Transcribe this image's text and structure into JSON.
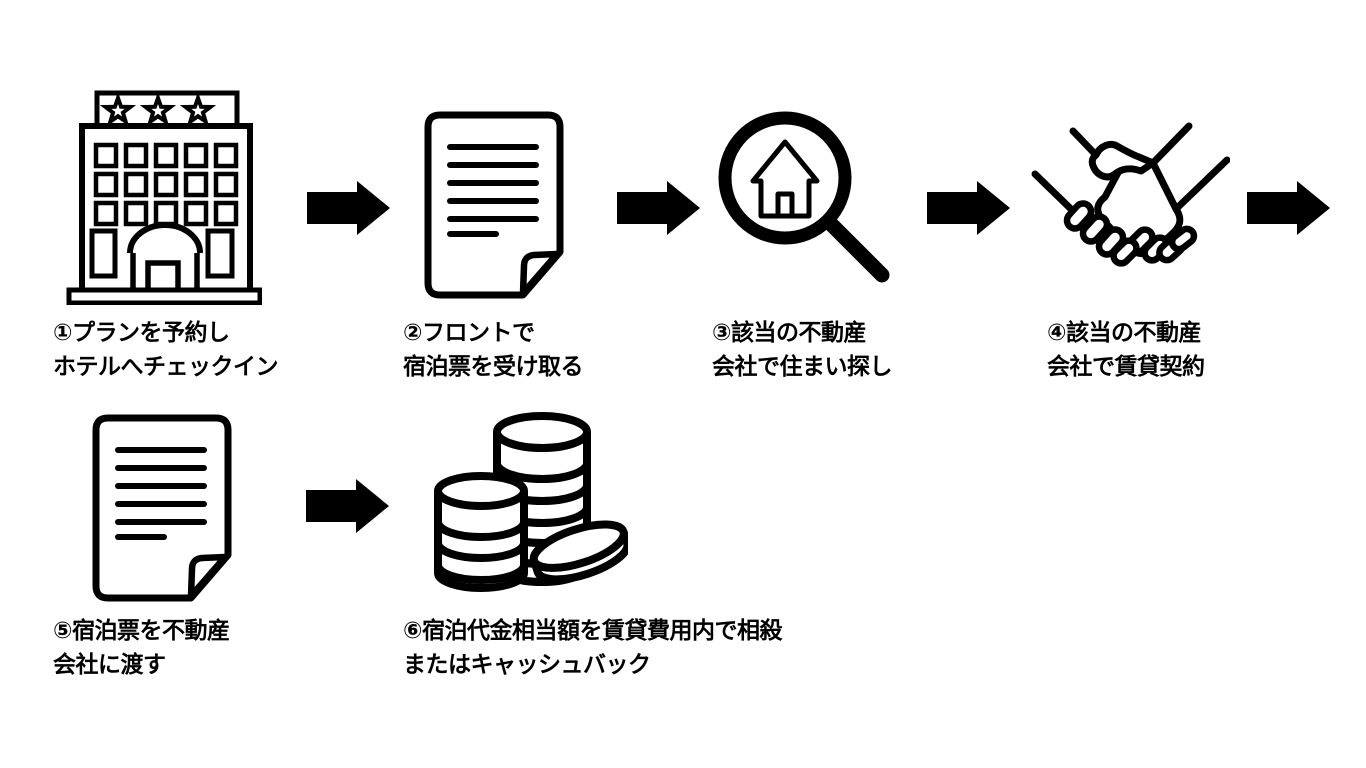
{
  "canvas": {
    "background": "#ffffff",
    "ink": "#000000"
  },
  "steps": [
    {
      "icon": "hotel-icon",
      "lines": [
        "①プランを予約し",
        "ホテルへチェックイン"
      ]
    },
    {
      "icon": "document-icon",
      "lines": [
        "②フロントで",
        "宿泊票を受け取る"
      ]
    },
    {
      "icon": "house-search-icon",
      "lines": [
        "③該当の不動産",
        "会社で住まい探し"
      ]
    },
    {
      "icon": "handshake-icon",
      "lines": [
        "④該当の不動産",
        "会社で賃貸契約"
      ]
    },
    {
      "icon": "document-icon",
      "lines": [
        "⑤宿泊票を不動産",
        "会社に渡す"
      ]
    },
    {
      "icon": "coins-icon",
      "lines": [
        "⑥宿泊代金相当額を賃貸費用内で相殺",
        "またはキャッシュバック"
      ]
    }
  ],
  "arrows": {
    "count": 5,
    "color": "#000000",
    "direction": "right"
  }
}
